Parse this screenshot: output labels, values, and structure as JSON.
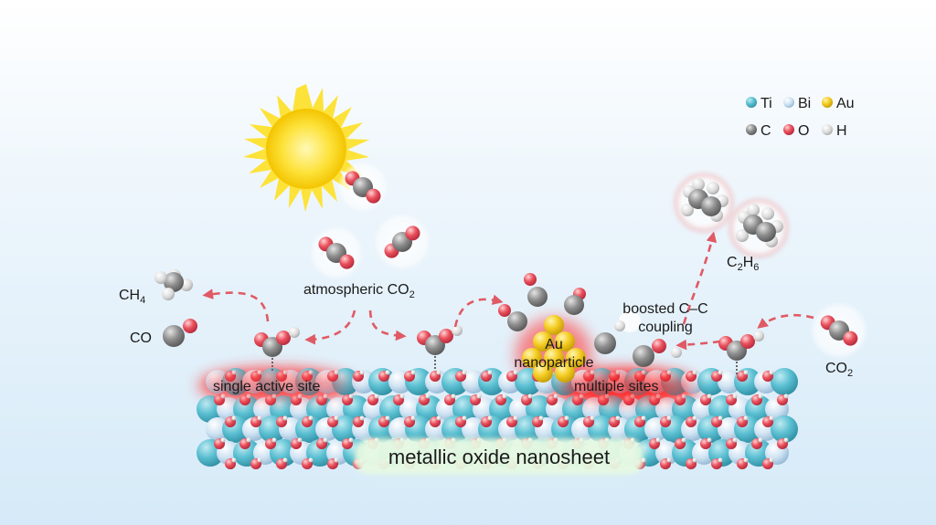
{
  "legend": {
    "items": [
      {
        "key": "ti",
        "label": "Ti",
        "color": "#4fb8cc"
      },
      {
        "key": "bi",
        "label": "Bi",
        "color": "#bcd8ee"
      },
      {
        "key": "au",
        "label": "Au",
        "color": "#f3cc24"
      },
      {
        "key": "c",
        "label": "C",
        "color": "#8c8c8c"
      },
      {
        "key": "o",
        "label": "O",
        "color": "#e9505c"
      },
      {
        "key": "h",
        "label": "H",
        "color": "#d8d8d8"
      }
    ]
  },
  "labels": {
    "ch4_main": "CH",
    "ch4_sub": "4",
    "co": "CO",
    "atmospheric_main": "atmospheric CO",
    "atmospheric_sub": "2",
    "au_line1": "Au",
    "au_line2": "nanoparticle",
    "boosted_line1": "boosted C–C",
    "boosted_line2": "coupling",
    "c2h6_c": "C",
    "c2h6_2": "2",
    "c2h6_h": "H",
    "c2h6_6": "6",
    "co2_main": "CO",
    "co2_sub": "2",
    "single_site": "single active site",
    "multiple_sites": "multiple sites",
    "nanosheet": "metallic oxide nanosheet"
  }
}
